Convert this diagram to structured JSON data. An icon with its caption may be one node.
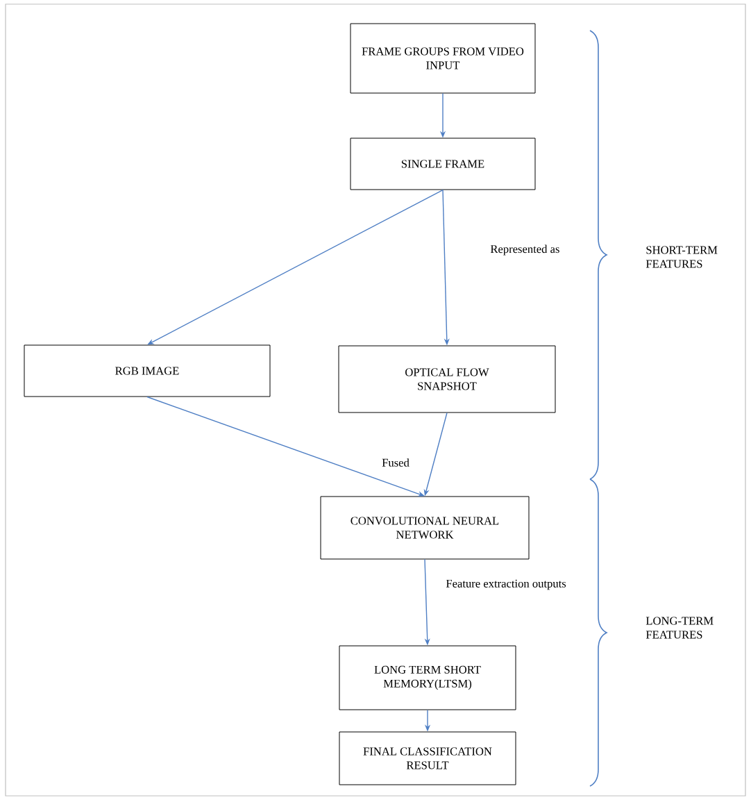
{
  "diagram": {
    "nodes": [
      {
        "text": [
          "FRAME GROUPS FROM VIDEO INPUT"
        ]
      },
      {
        "text": [
          "SINGLE FRAME"
        ]
      },
      {
        "text": [
          "RGB IMAGE"
        ]
      },
      {
        "text": [
          "OPTICAL FLOW SNAPSHOT"
        ]
      },
      {
        "text": [
          "CONVOLUTIONAL NEURAL NETWORK"
        ]
      },
      {
        "text": [
          "LONG TERM SHORT MEMORY(LTSM)"
        ]
      },
      {
        "text": [
          "FINAL CLASSIFICATION RESULT"
        ]
      }
    ],
    "edges": [
      {
        "from": 0,
        "to": 1,
        "arrow": "to"
      },
      {
        "from": 1,
        "to": 2,
        "arrow": "to"
      },
      {
        "from": 1,
        "to": 3,
        "arrow": "to",
        "label": "Represented as"
      },
      {
        "from": 2,
        "to": 4,
        "arrow": "to",
        "label": "Fused"
      },
      {
        "from": 3,
        "to": 4,
        "arrow": "to"
      },
      {
        "from": 4,
        "to": 5,
        "arrow": "to",
        "label": "Feature extraction outputs"
      },
      {
        "from": 5,
        "to": 6,
        "arrow": "to"
      }
    ],
    "labels": [
      "SHORT-TERM FEATURES",
      "LONG-TERM FEATURES"
    ]
  }
}
